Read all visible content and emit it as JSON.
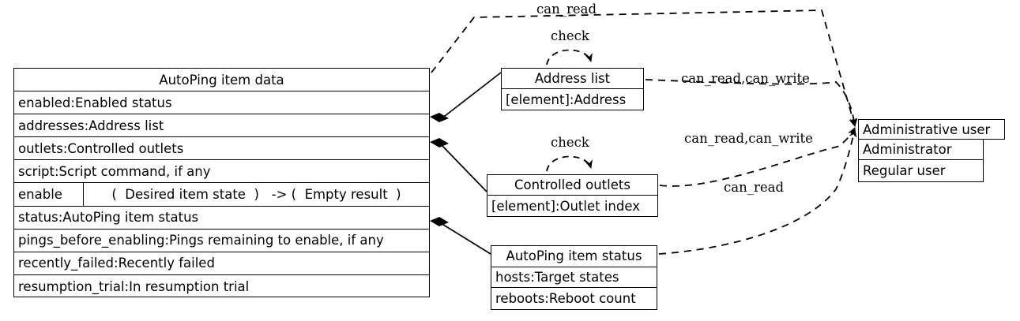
{
  "diagram": {
    "title": "AutoPing item data UML class diagram",
    "stroke_color": "#000000",
    "background_color": "#ffffff"
  },
  "classes": {
    "main": {
      "title": "AutoPing item data",
      "attributes": [
        "enabled:Enabled status",
        "addresses:Address list",
        "outlets:Controlled outlets",
        "script:Script command, if any"
      ],
      "method": {
        "name": "enable",
        "signature": "(  Desired item state  )   -> (  Empty result  )"
      },
      "attributes_after": [
        "status:AutoPing item status",
        "pings_before_enabling:Pings remaining to enable, if any",
        "recently_failed:Recently failed",
        "resumption_trial:In resumption trial"
      ]
    },
    "address_list": {
      "title": "Address list",
      "rows": [
        "[element]:Address"
      ]
    },
    "controlled_outlets": {
      "title": "Controlled outlets",
      "rows": [
        "[element]:Outlet index"
      ]
    },
    "autoping_status": {
      "title": "AutoPing item status",
      "rows": [
        "hosts:Target states",
        "reboots:Reboot count"
      ]
    },
    "user": {
      "title": "Administrative user",
      "rows": [
        "Administrator",
        "Regular user"
      ]
    }
  },
  "edge_labels": {
    "can_read_top": "can_read",
    "check_address": "check",
    "check_outlets": "check",
    "can_read_can_write_top": "can_read,can_write",
    "can_read_can_write_mid": "can_read,can_write",
    "can_read_bottom": "can_read"
  }
}
